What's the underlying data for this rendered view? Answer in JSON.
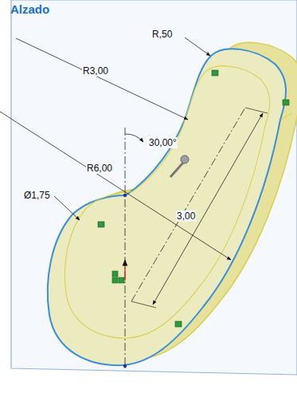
{
  "diagram": {
    "labels": [
      "Alzado",
      "R,50",
      "R3,00",
      "30,00°",
      "R6,00",
      "Ø1,75",
      "3,00"
    ]
  }
}
